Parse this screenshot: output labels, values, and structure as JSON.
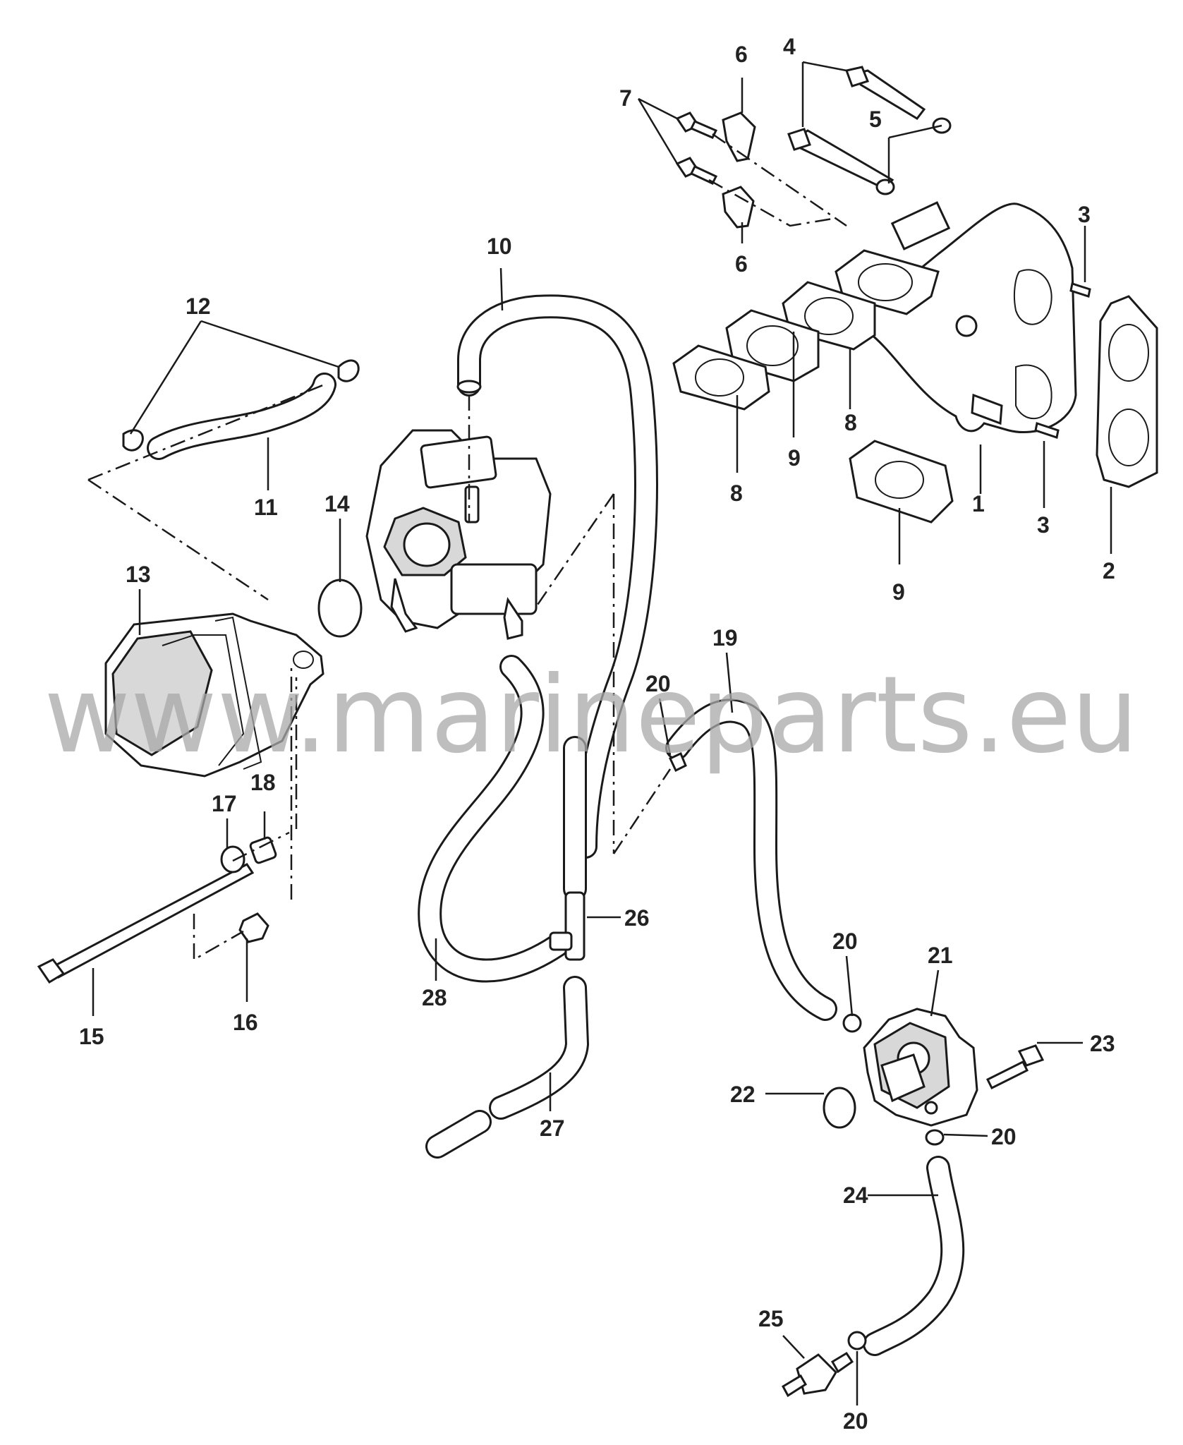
{
  "diagram": {
    "callouts": {
      "c1": "1",
      "c2": "2",
      "c3a": "3",
      "c3b": "3",
      "c4": "4",
      "c5": "5",
      "c6a": "6",
      "c6b": "6",
      "c7": "7",
      "c8a": "8",
      "c8b": "8",
      "c9a": "9",
      "c9b": "9",
      "c10": "10",
      "c11": "11",
      "c12": "12",
      "c13": "13",
      "c14": "14",
      "c15": "15",
      "c16": "16",
      "c17": "17",
      "c18": "18",
      "c19": "19",
      "c20a": "20",
      "c20b": "20",
      "c20c": "20",
      "c20d": "20",
      "c21": "21",
      "c22": "22",
      "c23": "23",
      "c24": "24",
      "c25": "25",
      "c26": "26",
      "c27": "27",
      "c28": "28"
    },
    "watermark": "www.marineparts.eu"
  }
}
